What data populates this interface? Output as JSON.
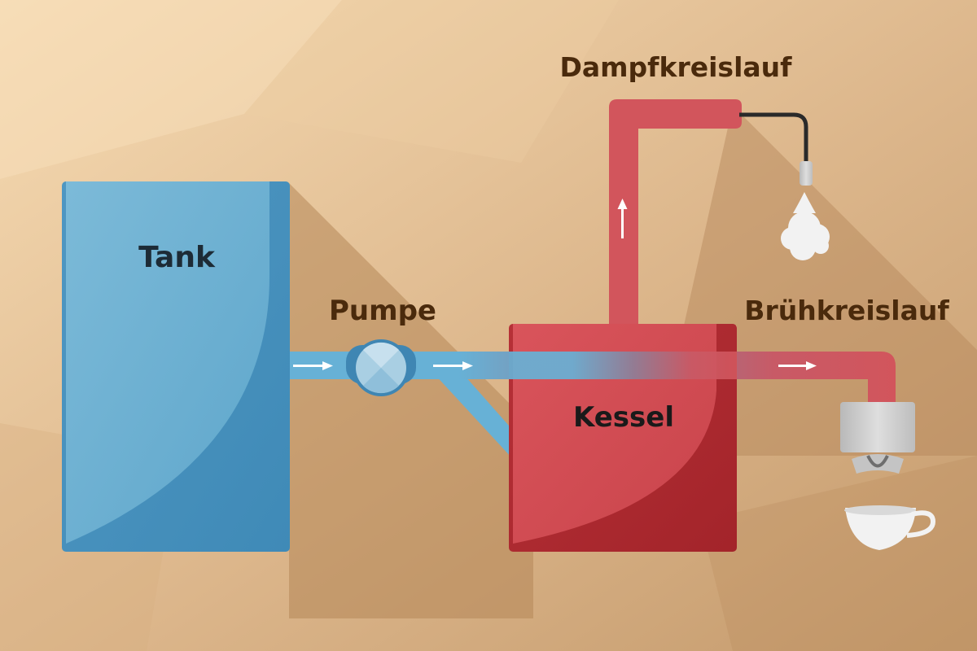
{
  "labels": {
    "tank": "Tank",
    "pump": "Pumpe",
    "boiler": "Kessel",
    "steam_circuit": "Dampfkreislauf",
    "brew_circuit": "Brühkreislauf"
  },
  "colors": {
    "background_light": "#f5d9b0",
    "background_dark": "#c79e72",
    "shadow": "#b48658",
    "tank": "#6aaed0",
    "tank_dark": "#4c93be",
    "water_pipe": "#67b1d6",
    "boiler": "#cf4a52",
    "boiler_dark": "#ad2a2e",
    "steam_pipe": "#d2555c",
    "pump": "#a9cfe3",
    "pump_ring": "#3f86b3",
    "label_dark": "#1d2b36",
    "label_brown": "#4a2a0c",
    "arrow": "#ffffff",
    "metal": "#c9c9c9",
    "cup": "#f2f2f2"
  },
  "icons": [
    "flow-arrow-icon",
    "steam-cloud-icon",
    "brew-group-icon",
    "cup-icon",
    "steam-wand-icon"
  ]
}
